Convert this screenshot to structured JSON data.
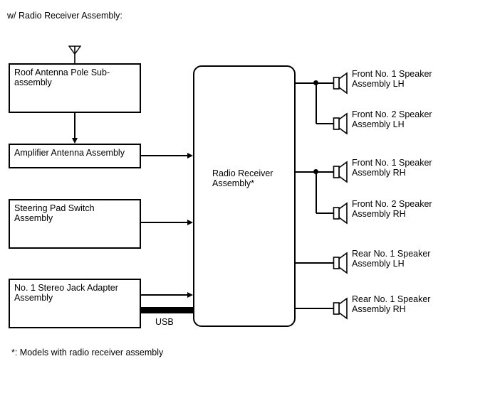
{
  "title": "w/ Radio Receiver Assembly:",
  "footnote": "*: Models with radio receiver assembly",
  "center_unit": {
    "label": "Radio Receiver\nAssembly*"
  },
  "inputs": [
    {
      "label": "Roof Antenna Pole Sub-\nassembly"
    },
    {
      "label": "Amplifier Antenna Assembly"
    },
    {
      "label": "Steering Pad Switch\nAssembly"
    },
    {
      "label": "No. 1 Stereo Jack Adapter\nAssembly"
    }
  ],
  "usb": {
    "label": "USB"
  },
  "speakers": [
    {
      "label": "Front No. 1 Speaker\nAssembly LH"
    },
    {
      "label": "Front No. 2 Speaker\nAssembly LH"
    },
    {
      "label": "Front No. 1 Speaker\nAssembly RH"
    },
    {
      "label": "Front No. 2 Speaker\nAssembly RH"
    },
    {
      "label": "Rear No. 1 Speaker\nAssembly LH"
    },
    {
      "label": "Rear No. 1 Speaker\nAssembly RH"
    }
  ],
  "icons": {
    "antenna": "antenna-icon",
    "speaker": "speaker-icon"
  },
  "colors": {
    "stroke": "#000000",
    "background": "#ffffff"
  }
}
